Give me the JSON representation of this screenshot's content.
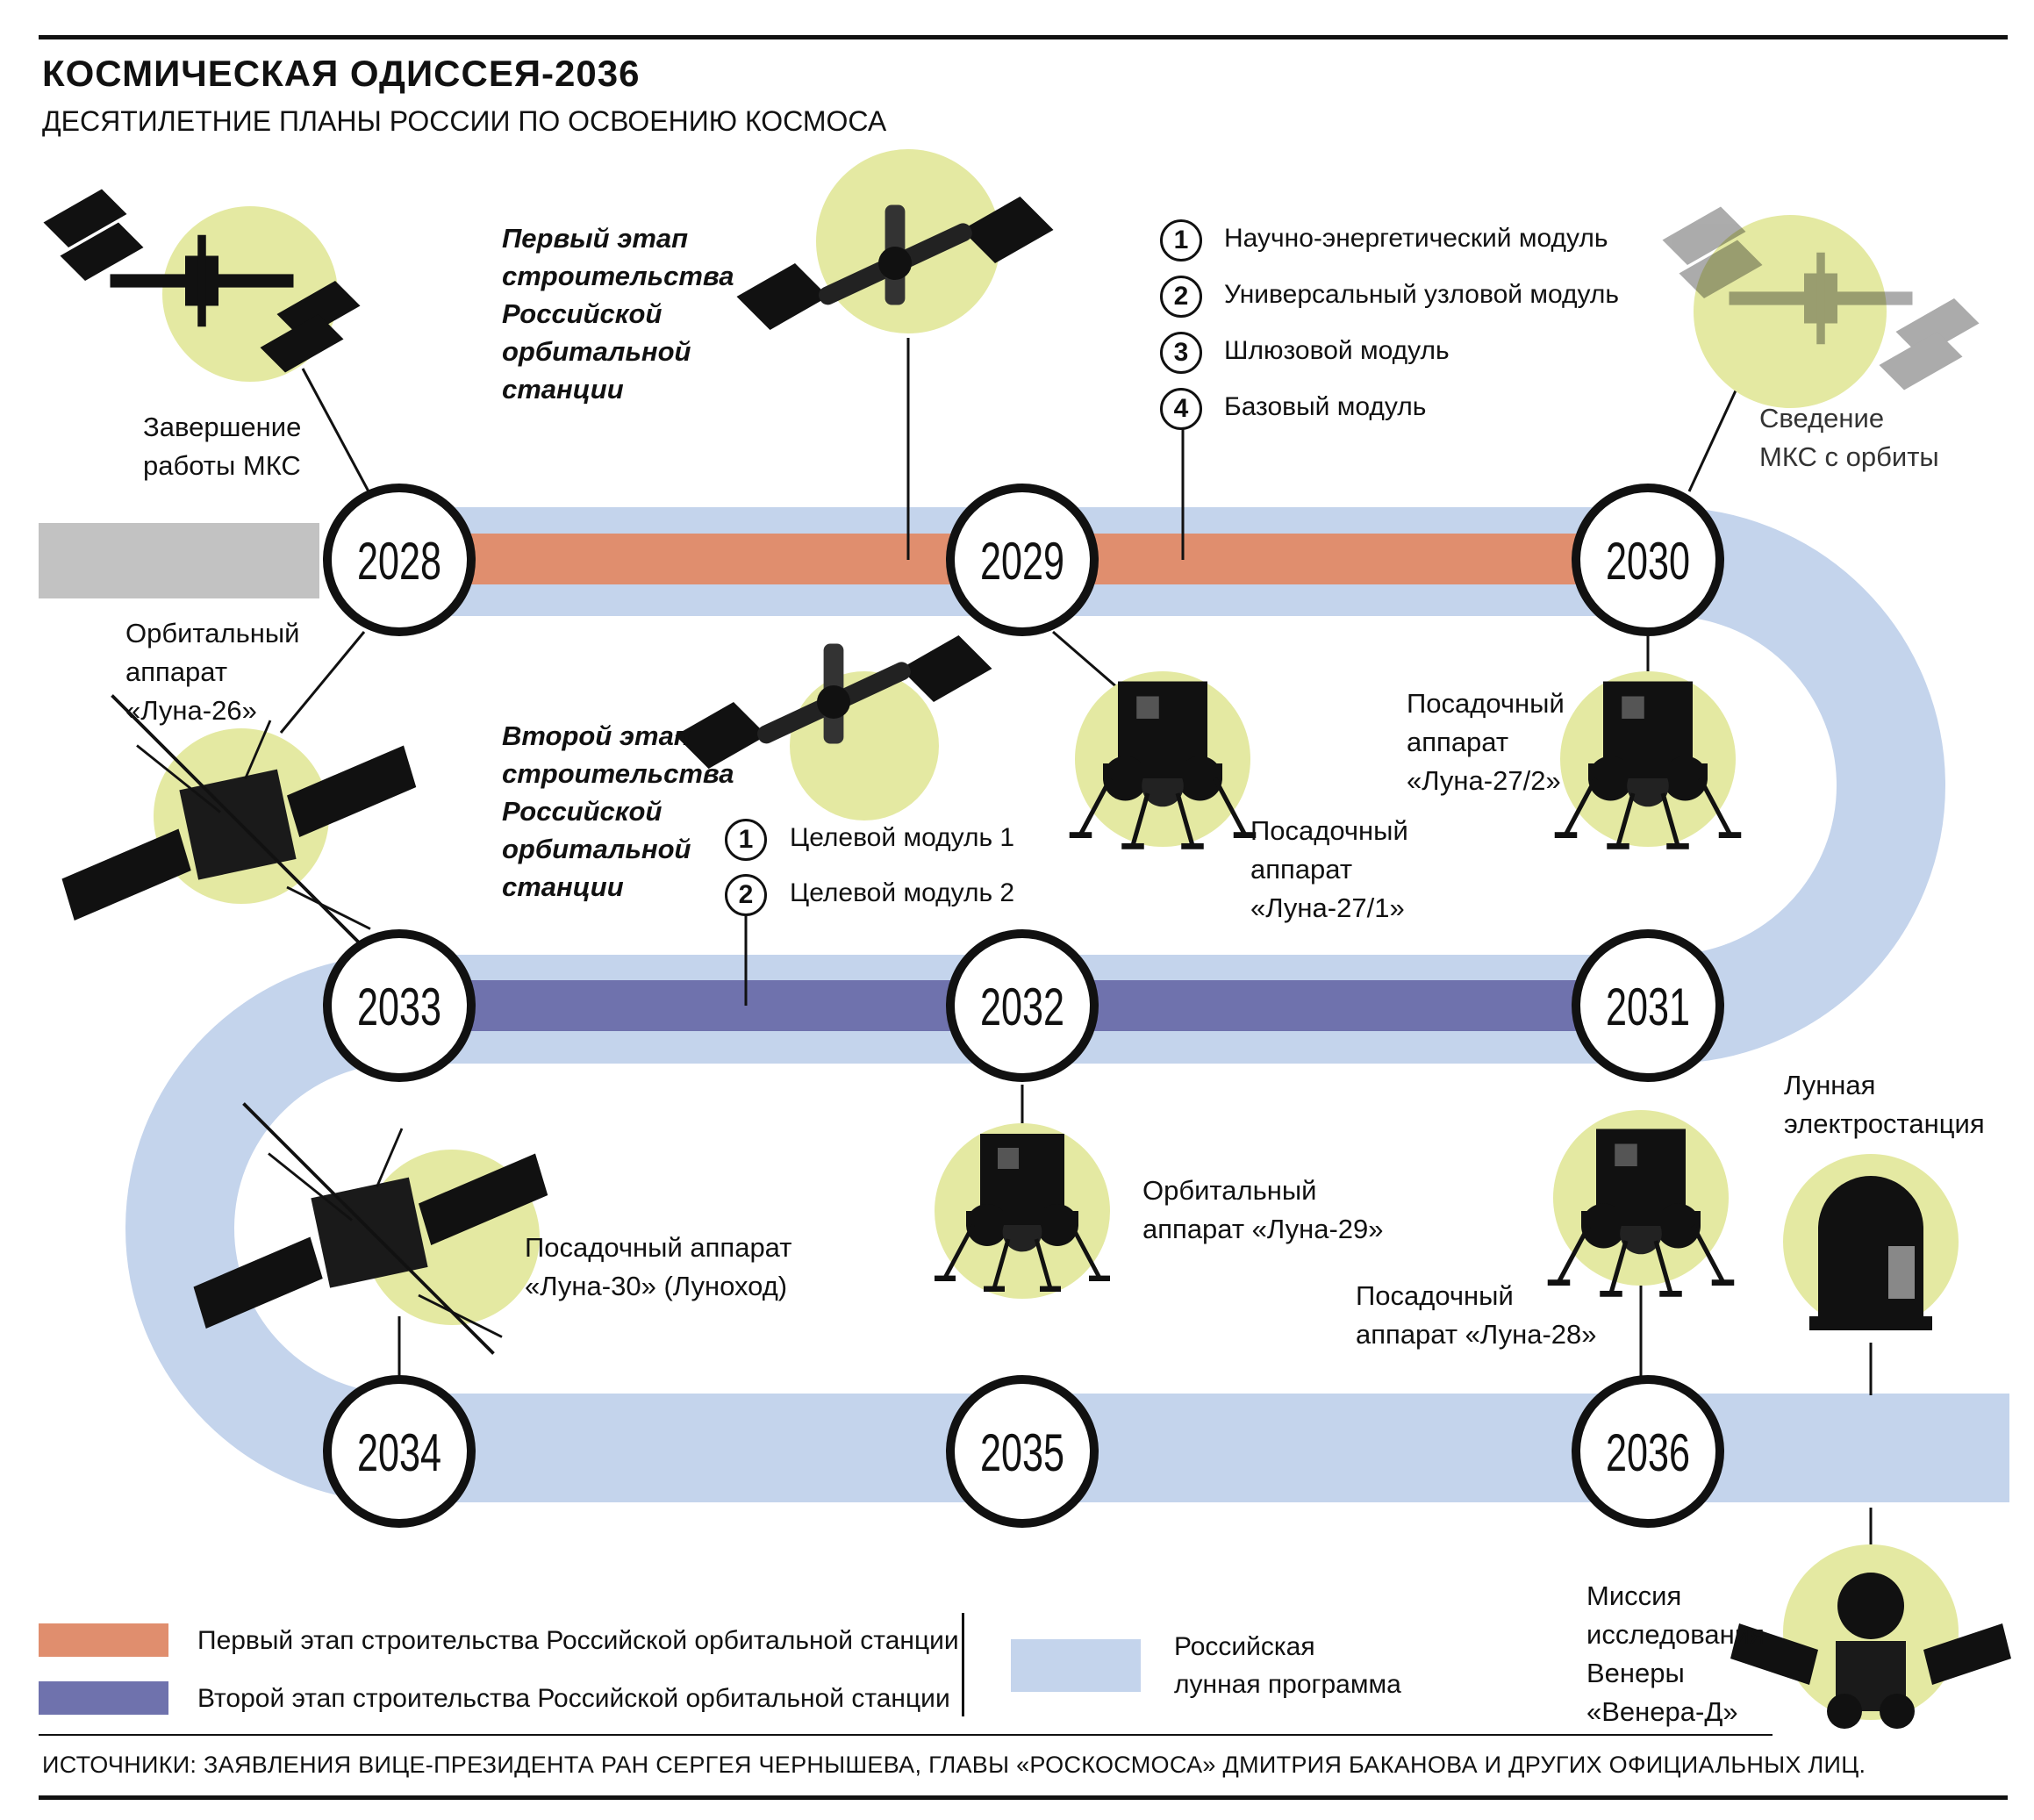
{
  "header": {
    "title": "КОСМИЧЕСКАЯ ОДИССЕЯ-2036",
    "subtitle": "ДЕСЯТИЛЕТНИЕ ПЛАНЫ РОССИИ ПО ОСВОЕНИЮ КОСМОСА"
  },
  "colors": {
    "lunar_program": "#c4d4ec",
    "stage1": "#e08e6e",
    "stage2": "#6f72ad",
    "highlight": "#e4e9a2",
    "pre_track": "#c2c2c2"
  },
  "years": [
    "2028",
    "2029",
    "2030",
    "2031",
    "2032",
    "2033",
    "2034",
    "2035",
    "2036"
  ],
  "captions": {
    "iss_end": [
      "Завершение",
      "работы МКС"
    ],
    "iss_deorbit": [
      "Сведение",
      "МКС с орбиты"
    ],
    "luna26": [
      "Орбитальный",
      "аппарат",
      "«Луна-26»"
    ],
    "luna27_1": [
      "Посадочный",
      "аппарат",
      "«Луна-27/1»"
    ],
    "luna27_2": [
      "Посадочный",
      "аппарат",
      "«Луна-27/2»"
    ],
    "luna28": [
      "Посадочный",
      "аппарат «Луна-28»"
    ],
    "luna29": [
      "Орбитальный",
      "аппарат «Луна-29»"
    ],
    "luna30": [
      "Посадочный аппарат",
      "«Луна-30» (Луноход)"
    ],
    "lunar_power": [
      "Лунная",
      "электростанция"
    ],
    "venera": [
      "Миссия",
      "исследования",
      "Венеры",
      "«Венера-Д»"
    ]
  },
  "stage1_label": [
    "Первый этап",
    "строительства",
    "Российской",
    "орбитальной",
    "станции"
  ],
  "stage2_label": [
    "Второй этап",
    "строительства",
    "Российской",
    "орбитальной",
    "станции"
  ],
  "stage1_modules": [
    {
      "n": "1",
      "label": "Научно-энергетический модуль"
    },
    {
      "n": "2",
      "label": "Универсальный узловой модуль"
    },
    {
      "n": "3",
      "label": "Шлюзовой модуль"
    },
    {
      "n": "4",
      "label": "Базовый модуль"
    }
  ],
  "stage2_modules": [
    {
      "n": "1",
      "label": "Целевой модуль 1"
    },
    {
      "n": "2",
      "label": "Целевой модуль 2"
    }
  ],
  "legend": {
    "stage1": "Первый этап строительства Российской орбитальной станции",
    "stage2": "Второй этап строительства Российской орбитальной станции",
    "lunar": [
      "Российская",
      "лунная программа"
    ]
  },
  "icons": {
    "iss": "space-station-icon",
    "ros": "orbital-station-icon",
    "orbiter": "lunar-orbiter-icon",
    "lander": "lunar-lander-icon",
    "power": "lunar-power-station-icon",
    "venus": "venus-probe-icon"
  },
  "source": "ИСТОЧНИКИ: ЗАЯВЛЕНИЯ ВИЦЕ-ПРЕЗИДЕНТА РАН СЕРГЕЯ ЧЕРНЫШЕВА, ГЛАВЫ «РОСКОСМОСА» ДМИТРИЯ БАКАНОВА И ДРУГИХ ОФИЦИАЛЬНЫХ ЛИЦ."
}
